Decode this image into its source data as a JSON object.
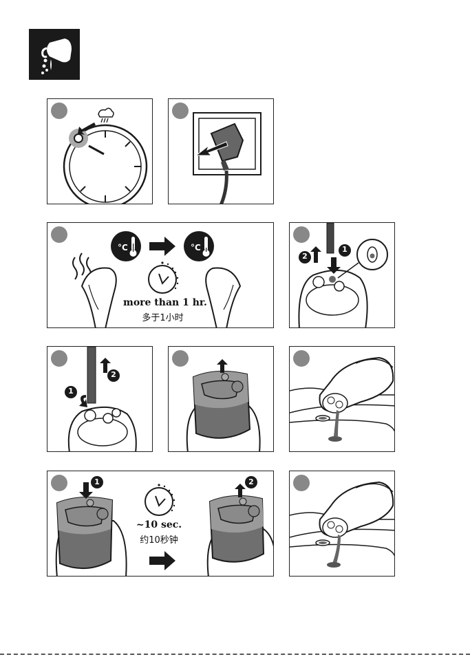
{
  "header_icon": "descale-pour-icon",
  "steps": {
    "temp_caption_en": "more than 1 hr.",
    "temp_caption_zh": "多于1小时",
    "wait_caption_en": "~10 sec.",
    "wait_caption_zh": "约10秒钟"
  },
  "callouts": {
    "one": "1",
    "two": "2"
  },
  "colors": {
    "ink": "#1a1a1a",
    "gray_badge": "#888888",
    "light_gray": "#cfcfcf",
    "tank_dark": "#6f6f6f",
    "tank_light": "#9a9a9a"
  }
}
